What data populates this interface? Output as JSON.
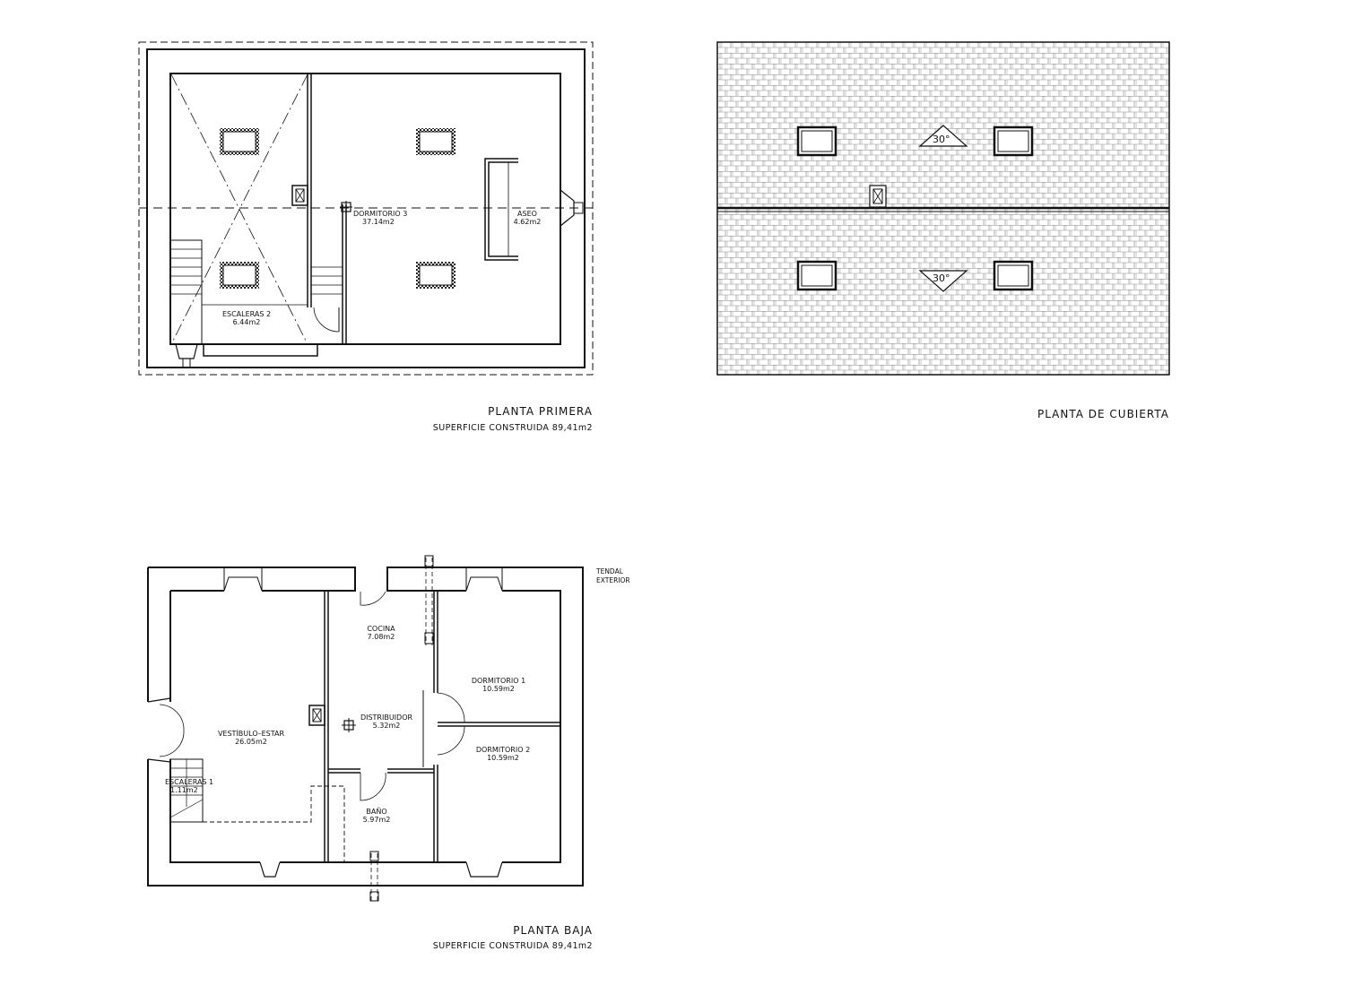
{
  "drawing": {
    "background": "#ffffff",
    "line_color": "#111111"
  },
  "planta_primera": {
    "title": "PLANTA PRIMERA",
    "surface": "SUPERFICIE CONSTRUIDA 89,41m2",
    "rooms": [
      {
        "name": "ESCALERAS 2",
        "area": "6.44m2"
      },
      {
        "name": "DORMITORIO 3",
        "area": "37.14m2"
      },
      {
        "name": "ASEO",
        "area": "4.62m2"
      }
    ]
  },
  "planta_cubierta": {
    "title": "PLANTA DE CUBIERTA",
    "slopes": [
      {
        "label": "30°",
        "direction": "up"
      },
      {
        "label": "30°",
        "direction": "down"
      }
    ]
  },
  "planta_baja": {
    "title": "PLANTA BAJA",
    "surface": "SUPERFICIE CONSTRUIDA 89,41m2",
    "exterior_note": [
      "TENDAL",
      "EXTERIOR"
    ],
    "rooms": [
      {
        "name": "COCINA",
        "area": "7.08m2"
      },
      {
        "name": "DORMITORIO 1",
        "area": "10.59m2"
      },
      {
        "name": "DISTRIBUIDOR",
        "area": "5.32m2"
      },
      {
        "name": "VESTÍBULO–ESTAR",
        "area": "26.05m2"
      },
      {
        "name": "DORMITORIO 2",
        "area": "10.59m2"
      },
      {
        "name": "ESCALERAS 1",
        "area": "1.11m2"
      },
      {
        "name": "BAÑO",
        "area": "5.97m2"
      }
    ]
  }
}
